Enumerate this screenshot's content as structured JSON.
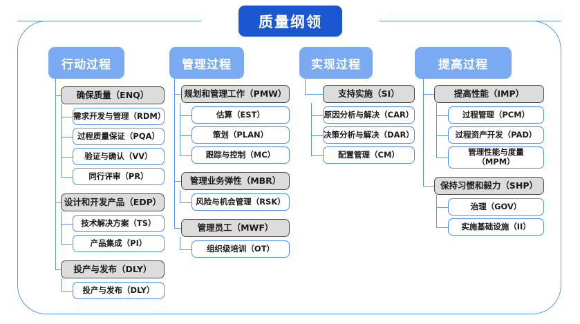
{
  "title": {
    "label": "质量纲领"
  },
  "columns": [
    {
      "header": "行动过程",
      "groups": [
        {
          "label": "确保质量（ENQ）",
          "items": [
            "需求开发与管理（RDM）",
            "过程质量保证（PQA）",
            "验证与确认（VV）",
            "同行评审（PR）"
          ]
        },
        {
          "label": "设计和开发产品（EDP）",
          "items": [
            "技术解决方案（TS）",
            "产品集成（PI）"
          ]
        },
        {
          "label": "投产与发布（DLY）",
          "items": [
            "投产与发布（DLY）"
          ]
        }
      ]
    },
    {
      "header": "管理过程",
      "groups": [
        {
          "label": "规划和管理工作（PMW）",
          "items": [
            "估算（EST）",
            "策划（PLAN）",
            "跟踪与控制（MC）"
          ]
        },
        {
          "label": "管理业务弹性（MBR）",
          "items": [
            "风险与机会管理（RSK）"
          ]
        },
        {
          "label": "管理员工（MWF）",
          "items": [
            "组织级培训（OT）"
          ]
        }
      ]
    },
    {
      "header": "实现过程",
      "groups": [
        {
          "label": "支持实施（SI）",
          "items": [
            "原因分析与解决（CAR）",
            "决策分析与解决（DAR）",
            "配置管理（CM）"
          ]
        }
      ]
    },
    {
      "header": "提高过程",
      "groups": [
        {
          "label": "提高性能（IMP）",
          "items": [
            "过程管理（PCM）",
            "过程资产开发（PAD）",
            "管理性能与度量（MPM）"
          ]
        },
        {
          "label": "保持习惯和毅力（SHP）",
          "items": [
            "治理（GOV）",
            "实施基础设施（II）"
          ]
        }
      ]
    }
  ],
  "colors": {
    "title_blue": "#1a57cf",
    "header_blue": "#7aabf2",
    "line_blue": "#5b93e8",
    "box_gray": "#dcdcdc",
    "box_gray_border": "#4a4a4a",
    "box_white_border": "#4f8cf0"
  }
}
